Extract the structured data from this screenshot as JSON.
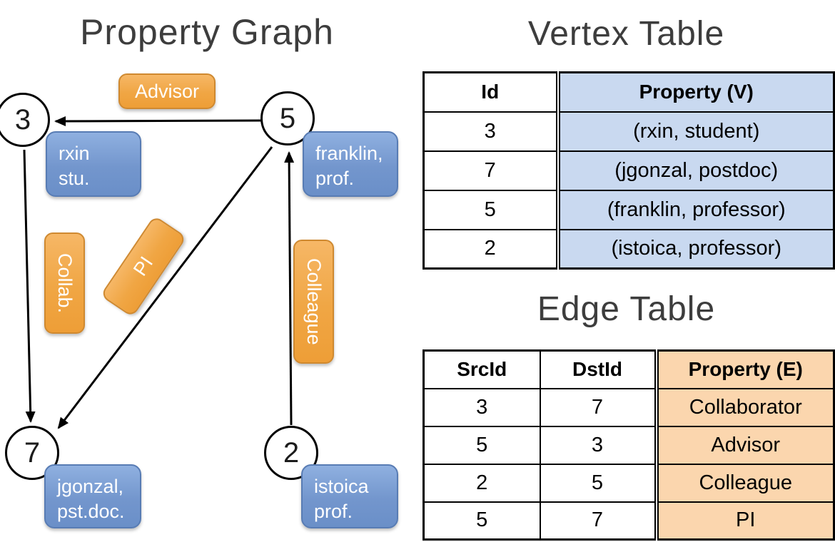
{
  "graph": {
    "title": "Property Graph",
    "vertices": [
      {
        "id": "3",
        "line1": "rxin",
        "line2": "stu."
      },
      {
        "id": "5",
        "line1": "franklin,",
        "line2": "prof."
      },
      {
        "id": "7",
        "line1": "jgonzal,",
        "line2": "pst.doc."
      },
      {
        "id": "2",
        "line1": "istoica",
        "line2": "prof."
      }
    ],
    "edges": [
      {
        "from": "5",
        "to": "3",
        "label": "Advisor"
      },
      {
        "from": "3",
        "to": "7",
        "label": "Collab."
      },
      {
        "from": "5",
        "to": "7",
        "label": "PI"
      },
      {
        "from": "2",
        "to": "5",
        "label": "Colleague"
      }
    ]
  },
  "vertex_table": {
    "title": "Vertex Table",
    "headers": {
      "id": "Id",
      "property": "Property (V)"
    },
    "rows": [
      {
        "id": "3",
        "property": "(rxin, student)"
      },
      {
        "id": "7",
        "property": "(jgonzal, postdoc)"
      },
      {
        "id": "5",
        "property": "(franklin, professor)"
      },
      {
        "id": "2",
        "property": "(istoica, professor)"
      }
    ]
  },
  "edge_table": {
    "title": "Edge Table",
    "headers": {
      "src": "SrcId",
      "dst": "DstId",
      "property": "Property (E)"
    },
    "rows": [
      {
        "src": "3",
        "dst": "7",
        "property": "Collaborator"
      },
      {
        "src": "5",
        "dst": "3",
        "property": "Advisor"
      },
      {
        "src": "2",
        "dst": "5",
        "property": "Colleague"
      },
      {
        "src": "5",
        "dst": "7",
        "property": "PI"
      }
    ]
  },
  "colors": {
    "edge_box_orange": "#f0a644",
    "vertex_box_blue": "#7396cd",
    "vertex_cell_blue": "#c9d9f0",
    "edge_cell_orange": "#fbd6ae"
  }
}
